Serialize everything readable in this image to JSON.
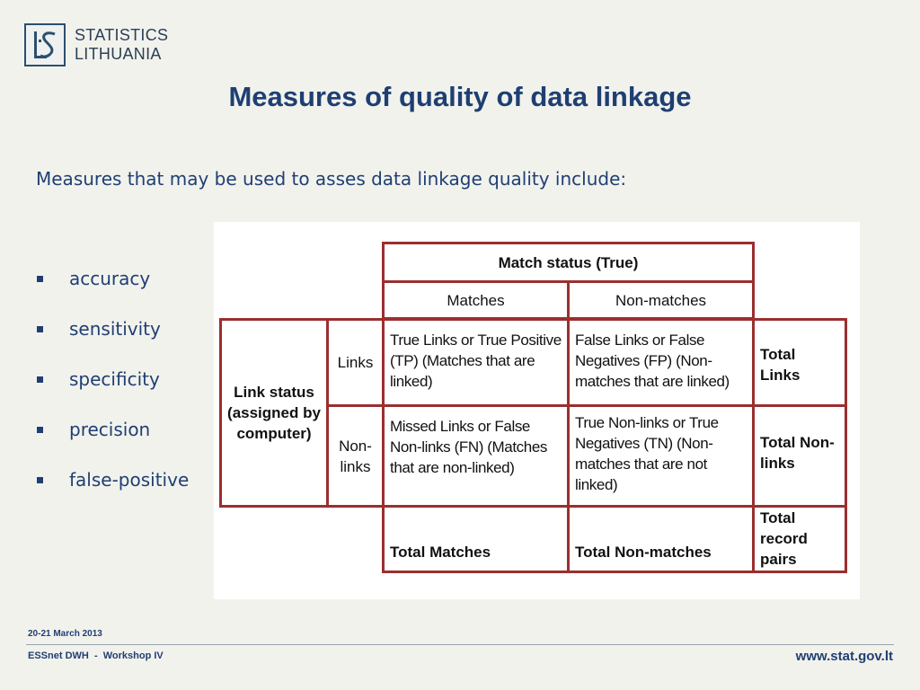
{
  "logo": {
    "line1": "STATISTICS",
    "line2": "LITHUANIA",
    "icon": "statistics-lithuania-logo"
  },
  "slide": {
    "title": "Measures of quality of data linkage",
    "intro": "Measures that may be used to asses data linkage quality include:",
    "bullets": [
      "accuracy",
      "sensitivity",
      "specificity",
      "precision",
      "false-positive"
    ]
  },
  "table": {
    "match_status_header": "Match status (True)",
    "matches": "Matches",
    "non_matches": "Non-matches",
    "link_status": "Link status (assigned by computer)",
    "links": "Links",
    "non_links": "Non-links",
    "tp": "True Links or True Positive (TP) (Matches that are linked)",
    "fp": "False Links or False Negatives (FP) (Non-matches that are linked)",
    "total_links": "Total Links",
    "fn": "Missed Links or False Non-links (FN) (Matches that are non-linked)",
    "tn": "True Non-links or True Negatives (TN) (Non-matches that are not linked)",
    "total_non_links": "Total Non-links",
    "total_matches": "Total Matches",
    "total_non_matches": "Total Non-matches",
    "total_record_pairs": "Total record pairs"
  },
  "footer": {
    "date": "20-21 March 2013",
    "event": "ESSnet DWH  -  Workshop IV",
    "url": "www.stat.gov.lt"
  },
  "colors": {
    "title": "#1f3f73",
    "table_border": "#9b2f2f",
    "background": "#f2f2ed"
  }
}
